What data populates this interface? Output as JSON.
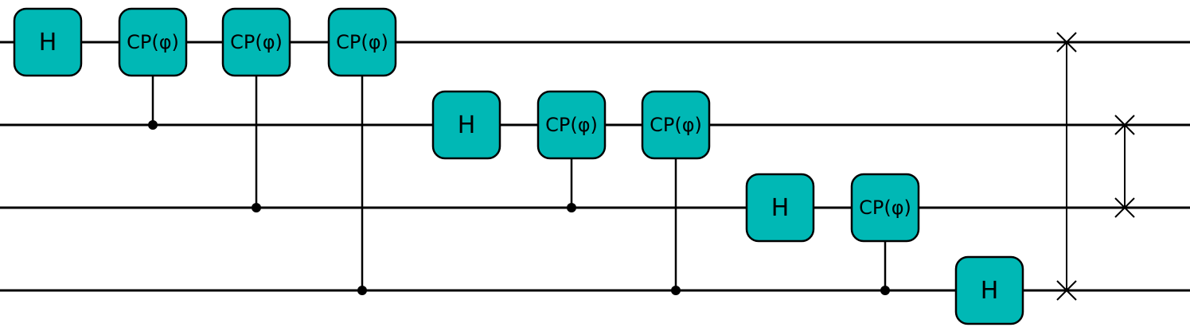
{
  "colors": {
    "gate_fill": "#00B8B5",
    "wire": "#000000"
  },
  "qubit_count": 4,
  "gate_columns": [
    {
      "type": "gate",
      "label": "H",
      "target": 0
    },
    {
      "type": "controlled",
      "label": "CP(φ)",
      "target": 0,
      "control": 1
    },
    {
      "type": "controlled",
      "label": "CP(φ)",
      "target": 0,
      "control": 2
    },
    {
      "type": "controlled",
      "label": "CP(φ)",
      "target": 0,
      "control": 3
    },
    {
      "type": "gate",
      "label": "H",
      "target": 1
    },
    {
      "type": "controlled",
      "label": "CP(φ)",
      "target": 1,
      "control": 2
    },
    {
      "type": "controlled",
      "label": "CP(φ)",
      "target": 1,
      "control": 3
    },
    {
      "type": "gate",
      "label": "H",
      "target": 2
    },
    {
      "type": "controlled",
      "label": "CP(φ)",
      "target": 2,
      "control": 3
    },
    {
      "type": "gate",
      "label": "H",
      "target": 3
    },
    {
      "type": "swap",
      "qubits": [
        0,
        3
      ]
    },
    {
      "type": "swap",
      "qubits": [
        1,
        2
      ]
    }
  ]
}
